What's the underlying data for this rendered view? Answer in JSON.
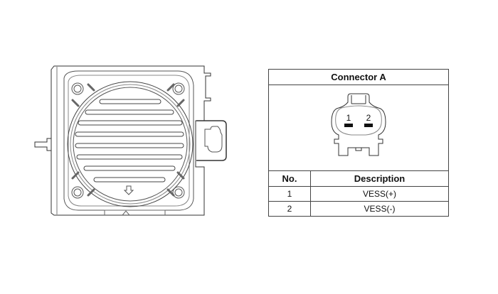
{
  "connector": {
    "title": "Connector A",
    "pin_labels": [
      "1",
      "2"
    ],
    "columns": [
      "No.",
      "Description"
    ],
    "rows": [
      {
        "no": "1",
        "description": "VESS(+)"
      },
      {
        "no": "2",
        "description": "VESS(-)"
      }
    ]
  }
}
